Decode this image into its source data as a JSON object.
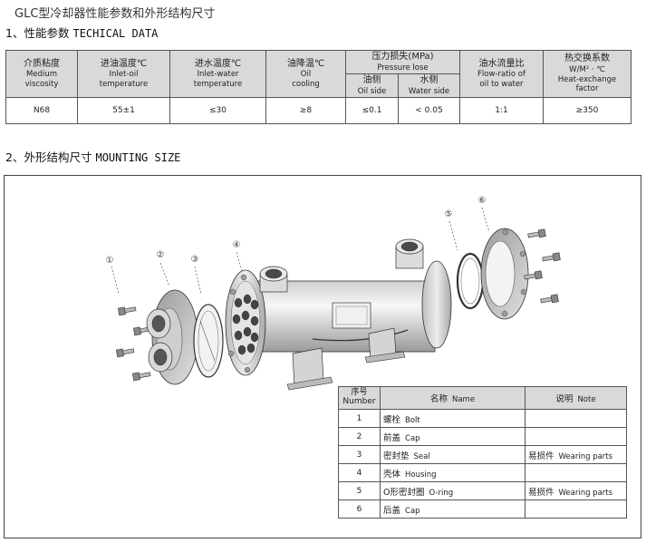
{
  "header": {
    "title": "GLC型冷却器性能参数和外形结构尺寸"
  },
  "section1": {
    "num": "1、",
    "zh": "性能参数",
    "en": "TECHICAL DATA"
  },
  "section2": {
    "num": "2、",
    "zh": "外形结构尺寸",
    "en": "MOUNTING SIZE"
  },
  "perf_table": {
    "medium_zh": "介质粘度",
    "medium_en1": "Medium",
    "medium_en2": "viscosity",
    "inlet_oil_zh": "进油温度℃",
    "inlet_oil_en1": "Inlet-oil",
    "inlet_oil_en2": "temperature",
    "inlet_water_zh": "进水温度℃",
    "inlet_water_en1": "Inlet-water",
    "inlet_water_en2": "temperature",
    "oil_cool_zh": "油降温℃",
    "oil_cool_en1": "Oil",
    "oil_cool_en2": "cooling",
    "pressure_zh": "压力损失(MPa)",
    "pressure_en": "Pressure lose",
    "oil_side_zh": "油侧",
    "oil_side_en": "Oil side",
    "water_side_zh": "水侧",
    "water_side_en": "Water side",
    "flow_zh": "油水流量比",
    "flow_en1": "Flow-ratio of",
    "flow_en2": "oil to water",
    "heat_zh": "热交换系数",
    "heat_unit": "W/M² · ℃",
    "heat_en1": "Heat-exchange",
    "heat_en2": "factor",
    "values": {
      "medium": "N68",
      "inlet_oil": "55±1",
      "inlet_water": "≤30",
      "oil_cool": "≥8",
      "oil_side": "≤0.1",
      "water_side": "< 0.05",
      "flow": "1:1",
      "heat": "≥350"
    }
  },
  "callouts": [
    "①",
    "②",
    "③",
    "④",
    "⑤",
    "⑥"
  ],
  "parts_table": {
    "header": {
      "num_zh": "序号",
      "num_en": "Number",
      "name_zh": "名称",
      "name_en": "Name",
      "note_zh": "说明",
      "note_en": "Note"
    },
    "rows": [
      {
        "num": "1",
        "name_zh": "螺栓",
        "name_en": "Bolt",
        "note_zh": "",
        "note_en": ""
      },
      {
        "num": "2",
        "name_zh": "前盖",
        "name_en": "Cap",
        "note_zh": "",
        "note_en": ""
      },
      {
        "num": "3",
        "name_zh": "密封垫",
        "name_en": "Seal",
        "note_zh": "易损件",
        "note_en": "Wearing parts"
      },
      {
        "num": "4",
        "name_zh": "壳体",
        "name_en": "Housing",
        "note_zh": "",
        "note_en": ""
      },
      {
        "num": "5",
        "name_zh": "O形密封圈",
        "name_en": "O-ring",
        "note_zh": "易损件",
        "note_en": "Wearing parts"
      },
      {
        "num": "6",
        "name_zh": "后盖",
        "name_en": "Cap",
        "note_zh": "",
        "note_en": ""
      }
    ]
  }
}
